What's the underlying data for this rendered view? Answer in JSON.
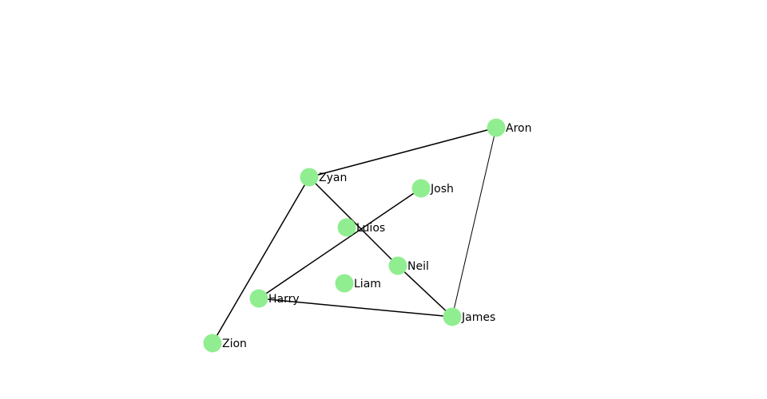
{
  "graph": {
    "node_color": "#90ee90",
    "edge_color": "#000000",
    "nodes": [
      {
        "id": "Aron",
        "label": "Aron"
      },
      {
        "id": "Zyan",
        "label": "Zyan"
      },
      {
        "id": "Josh",
        "label": "Josh"
      },
      {
        "id": "Luios",
        "label": "Luios"
      },
      {
        "id": "Neil",
        "label": "Neil"
      },
      {
        "id": "Liam",
        "label": "Liam"
      },
      {
        "id": "Harry",
        "label": "Harry"
      },
      {
        "id": "James",
        "label": "James"
      },
      {
        "id": "Zion",
        "label": "Zion"
      }
    ],
    "edges": [
      [
        "Zyan",
        "Aron"
      ],
      [
        "Aron",
        "James"
      ],
      [
        "Zyan",
        "Zion"
      ],
      [
        "Zyan",
        "Neil"
      ],
      [
        "Neil",
        "James"
      ],
      [
        "Josh",
        "Harry"
      ],
      [
        "Harry",
        "James"
      ]
    ]
  }
}
